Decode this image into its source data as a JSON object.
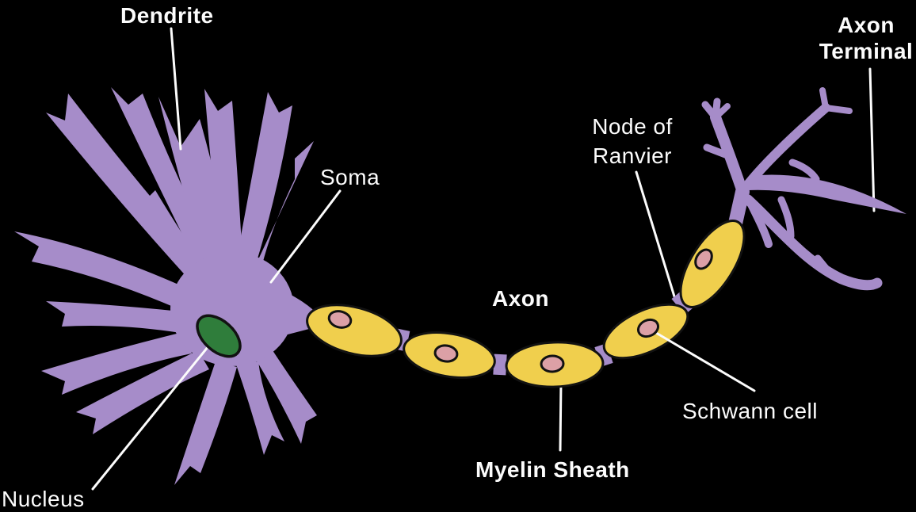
{
  "diagram": {
    "title": "Neuron anatomy diagram",
    "labels": {
      "dendrite": "Dendrite",
      "soma": "Soma",
      "nucleus": "Nucleus",
      "axon": "Axon",
      "node_of_ranvier_line1": "Node of",
      "node_of_ranvier_line2": "Ranvier",
      "schwann_cell": "Schwann cell",
      "myelin_sheath": "Myelin Sheath",
      "axon_terminal_line1": "Axon",
      "axon_terminal_line2": "Terminal"
    },
    "colors": {
      "membrane_purple": "#A68CC9",
      "myelin_yellow": "#F0CF4D",
      "schwann_nucleus_pink": "#DCA0A6",
      "nucleus_green": "#2F7D3B",
      "outline_black": "#121212",
      "label_white": "#FCFCFC",
      "background_black": "#000000"
    },
    "parts_count": {
      "myelin_segments": 5,
      "schwann_nuclei": 5,
      "nodes_of_ranvier": 4
    }
  }
}
